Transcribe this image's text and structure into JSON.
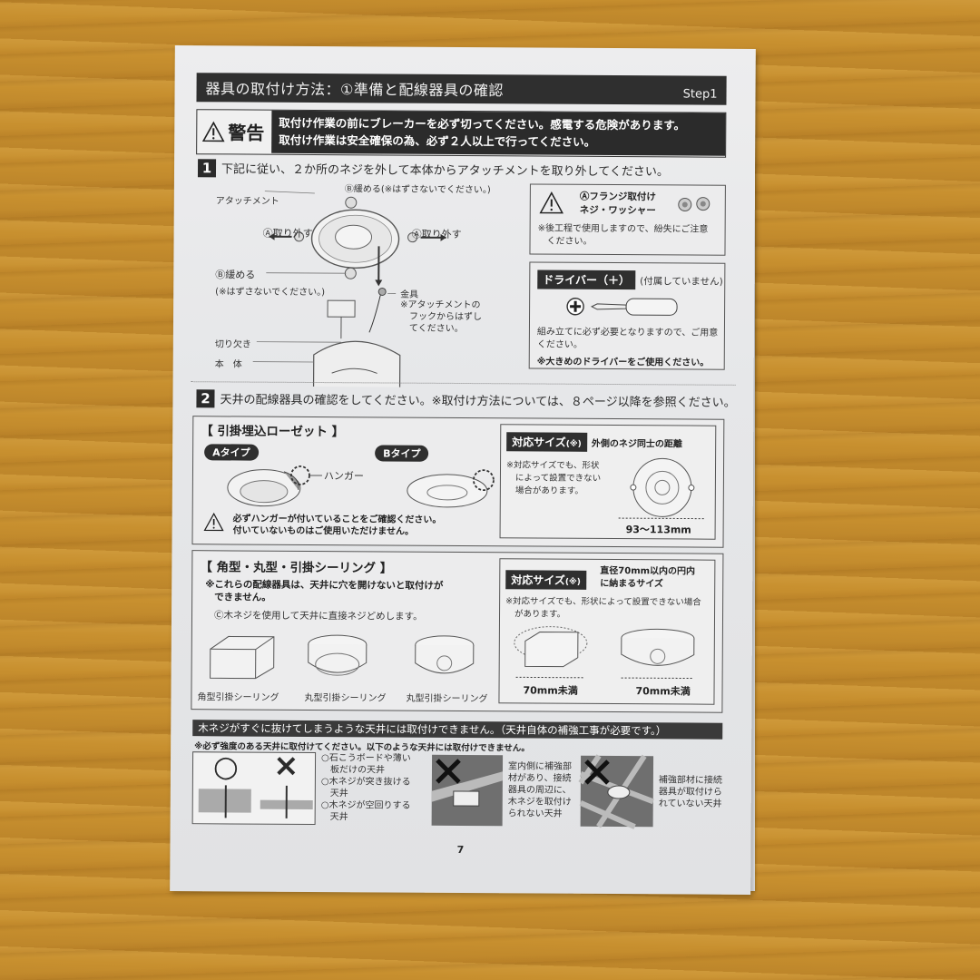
{
  "page": {
    "title": "器具の取付け方法：①準備と配線器具の確認",
    "step": "Step1",
    "page_number": "7"
  },
  "warning": {
    "label": "警告",
    "icon": "warning-triangle-icon",
    "lines": [
      "取付け作業の前にブレーカーを必ず切ってください。感電する危険があります。",
      "取付け作業は安全確保の為、必ず２人以上で行ってください。"
    ]
  },
  "step1": {
    "number": "1",
    "instruction": "下記に従い、２か所のネジを外して本体からアタッチメントを取り外してください。",
    "diagram_labels": {
      "attachment": "アタッチメント",
      "b_loosen_top": "Ⓑ緩める(※はずさないでください。)",
      "a_remove_left": "Ⓐ取り外す",
      "a_remove_right": "Ⓐ取り外す",
      "b_loosen_bottom": "Ⓑ緩める",
      "b_loosen_note": "(※はずさないでください。)",
      "bracket": "金具",
      "bracket_note": [
        "※アタッチメントの",
        "フックからはずし",
        "てください。"
      ],
      "notch": "切り欠き",
      "body": "本　体"
    },
    "flange_box": {
      "title_line1": "Ⓐフランジ取付け",
      "title_line2": "ネジ・ワッシャー",
      "note_line1": "※後工程で使用しますので、紛失にご注意",
      "note_line2": "ください。"
    },
    "driver_box": {
      "title": "ドライバー（＋）",
      "not_included": "(付属していません)",
      "note_line1": "組み立てに必ず必要となりますので、ご用意",
      "note_line2": "ください。",
      "note_bold": "※大きめのドライバーをご使用ください。"
    }
  },
  "step2": {
    "number": "2",
    "instruction": "天井の配線器具の確認をしてください。※取付け方法については、８ページ以降を参照ください。",
    "rosette": {
      "heading": "【 引掛埋込ローゼット 】",
      "type_a": "Aタイプ",
      "type_b": "Bタイプ",
      "hanger": "ハンガー",
      "caution_line1": "必ずハンガーが付いていることをご確認ください。",
      "caution_line2": "付いていないものはご使用いただけません。",
      "size_chip": "対応サイズ",
      "size_mark": "(※)",
      "size_title": "外側のネジ同士の距離",
      "size_note": [
        "※対応サイズでも、形状",
        "によって設置できない",
        "場合があります。"
      ],
      "dimension": "93～113mm"
    },
    "ceiling": {
      "heading": "【 角型・丸型・引掛シーリング 】",
      "note_bold_line1": "※これらの配線器具は、天井に穴を開けないと取付けが",
      "note_bold_line2": "できません。",
      "note": "Ⓒ木ネジを使用して天井に直接ネジどめします。",
      "items": [
        "角型引掛シーリング",
        "丸型引掛シーリング",
        "丸型引掛シーリング"
      ],
      "size_chip": "対応サイズ",
      "size_mark": "(※)",
      "size_title_line1": "直径70mm以内の円内",
      "size_title_line2": "に納まるサイズ",
      "size_note_line1": "※対応サイズでも、形状によって設置できない場合",
      "size_note_line2": "があります。",
      "dims": [
        "70mm未満",
        "70mm未満"
      ]
    }
  },
  "strength": {
    "banner": "木ネジがすぐに抜けてしまうような天井には取付けできません。（天井自体の補強工事が必要です。）",
    "note": "※必ず強度のある天井に取付けてください。以下のような天井には取付けできません。",
    "ok_symbol": "○",
    "ng_symbol": "×",
    "list": [
      "○石こうボードや薄い",
      "板だけの天井",
      "○木ネジが突き抜ける",
      "天井",
      "○木ネジが空回りする",
      "天井"
    ],
    "case2": [
      "室内側に補強部",
      "材があり、接続",
      "器具の周辺に、",
      "木ネジを取付け",
      "られない天井"
    ],
    "case3": [
      "補強部材に接続",
      "器具が取付けら",
      "れていない天井"
    ]
  }
}
